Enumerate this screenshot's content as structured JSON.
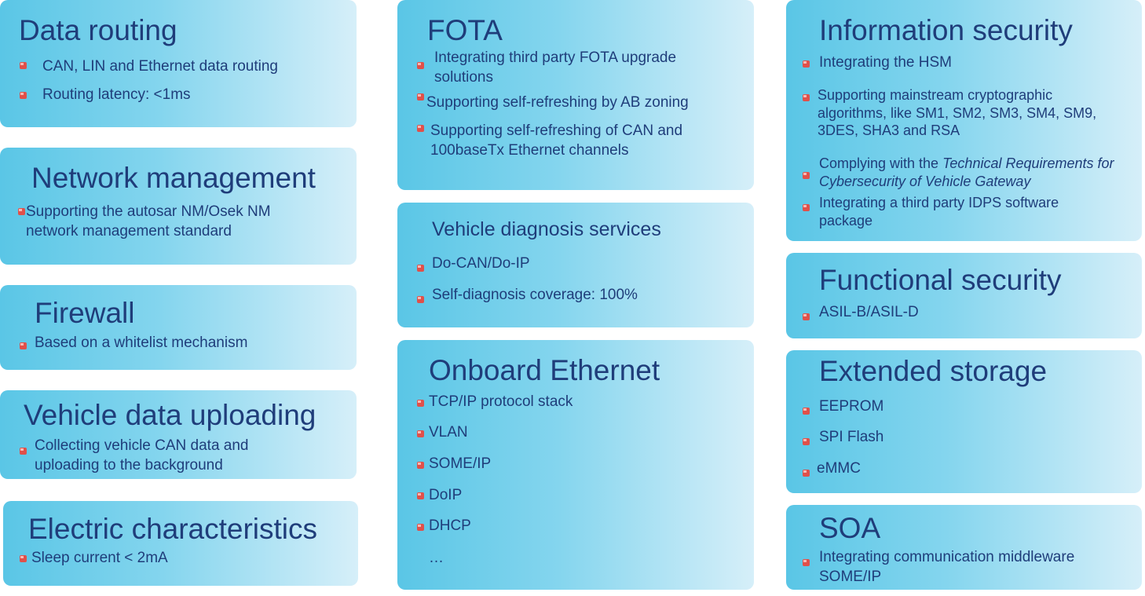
{
  "cards": {
    "data_routing": {
      "title": "Data routing",
      "items": [
        "CAN, LIN and Ethernet data routing",
        "Routing latency: <1ms"
      ]
    },
    "network_management": {
      "title": "Network management",
      "items": [
        "Supporting the autosar NM/Osek NM network management standard"
      ]
    },
    "firewall": {
      "title": "Firewall",
      "items": [
        "Based on a whitelist mechanism"
      ]
    },
    "vehicle_data_uploading": {
      "title": "Vehicle data uploading",
      "items": [
        "Collecting vehicle CAN data and uploading to the background"
      ]
    },
    "electric_characteristics": {
      "title": "Electric characteristics",
      "items": [
        "Sleep current < 2mA"
      ]
    },
    "fota": {
      "title": "FOTA",
      "items": [
        "Integrating third party FOTA upgrade solutions",
        "Supporting self-refreshing by AB zoning",
        "Supporting self-refreshing of CAN and 100baseTx Ethernet channels"
      ]
    },
    "vehicle_diagnosis": {
      "title": "Vehicle diagnosis services",
      "items": [
        "Do-CAN/Do-IP",
        "Self-diagnosis coverage: 100%"
      ]
    },
    "onboard_ethernet": {
      "title": "Onboard Ethernet",
      "items": [
        "TCP/IP protocol stack",
        "VLAN",
        "SOME/IP",
        "DoIP",
        "DHCP",
        "…"
      ]
    },
    "information_security": {
      "title": "Information security",
      "items": [
        "Integrating the HSM",
        "Supporting mainstream cryptographic algorithms, like SM1, SM2, SM3, SM4, SM9, 3DES, SHA3 and RSA",
        "Integrating a third party IDPS software package"
      ],
      "complying_prefix": "Complying with the ",
      "complying_doc": "Technical Requirements for Cybersecurity of Vehicle Gateway"
    },
    "functional_security": {
      "title": "Functional security",
      "items": [
        "ASIL-B/ASIL-D"
      ]
    },
    "extended_storage": {
      "title": "Extended storage",
      "items": [
        "EEPROM",
        "SPI Flash",
        "eMMC"
      ]
    },
    "soa": {
      "title": "SOA",
      "items": [
        "Integrating communication middleware SOME/IP"
      ]
    }
  },
  "colors": {
    "text": "#1f3d7a",
    "card_left": "#5ac6e6",
    "card_right": "#d6eff9",
    "bullet": "#e0504a"
  },
  "icons": {
    "bullet": "red-cube-bullet-icon"
  }
}
